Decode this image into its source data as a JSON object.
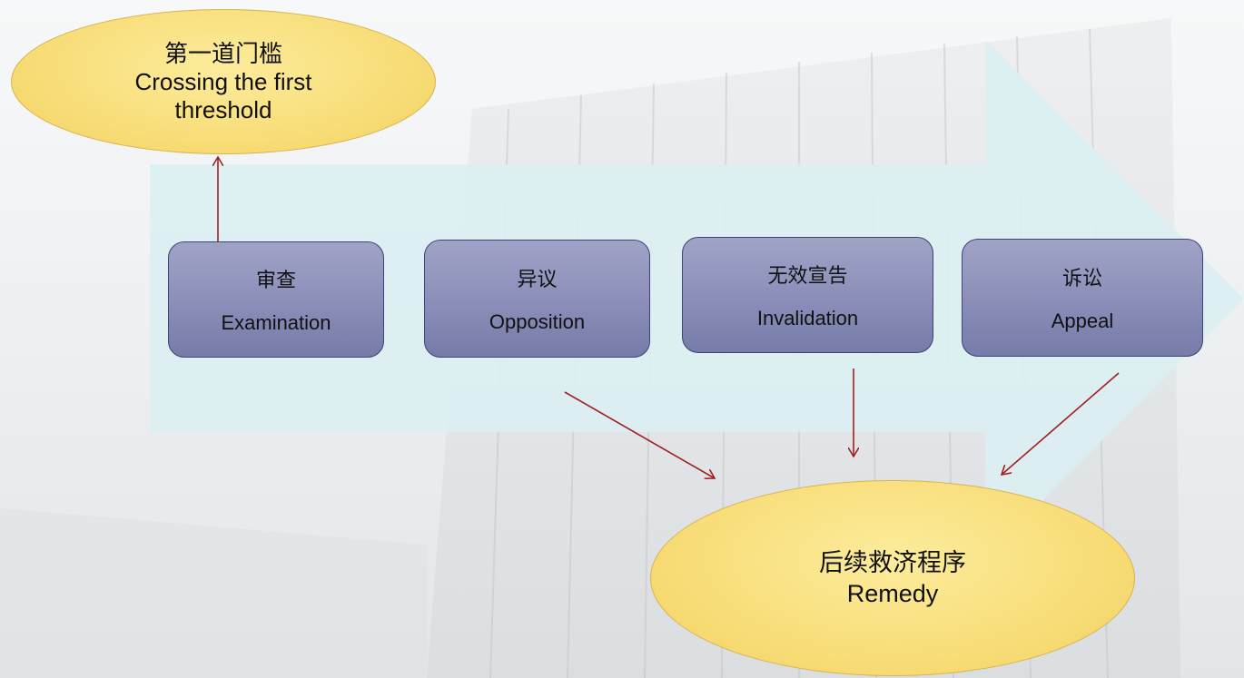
{
  "top_ellipse": {
    "title_zh": "第一道门槛",
    "line1": "Crossing the first",
    "line2": "threshold"
  },
  "stages": [
    {
      "zh": "审查",
      "en": "Examination"
    },
    {
      "zh": "异议",
      "en": "Opposition"
    },
    {
      "zh": "无效宣告",
      "en": "Invalidation"
    },
    {
      "zh": "诉讼",
      "en": "Appeal"
    }
  ],
  "remedy": {
    "zh": "后续救济程序",
    "en": "Remedy"
  },
  "colors": {
    "big_arrow": "#dbeff1",
    "ellipse_fill": "#f8dd78",
    "box_fill": "#8e92bb",
    "connector": "#a21f1f"
  }
}
